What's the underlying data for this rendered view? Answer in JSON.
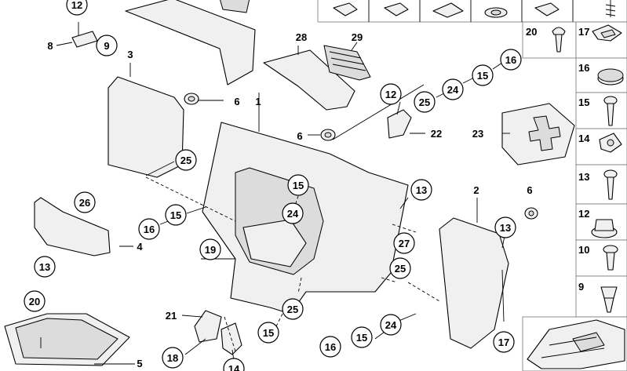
{
  "callouts": {
    "c12a": "12",
    "c8": "8",
    "c9": "9",
    "c3": "3",
    "c28": "28",
    "c29": "29",
    "c6a": "6",
    "c1": "1",
    "c6b": "6",
    "c25a": "25",
    "c15a": "15",
    "c24a": "24",
    "c26": "26",
    "c15b": "15",
    "c16a": "16",
    "c13a": "13",
    "c4": "4",
    "c20a": "20",
    "c5": "5",
    "c19": "19",
    "c21": "21",
    "c18": "18",
    "c14a": "14",
    "c25b": "25",
    "c15c": "15",
    "c12b": "12",
    "c22": "22",
    "c25c": "25",
    "c24b": "24",
    "c15d": "15",
    "c16b": "16",
    "c23": "23",
    "c13b": "13",
    "c2": "2",
    "c6c": "6",
    "c13c": "13",
    "c27": "27",
    "c25d": "25",
    "c24c": "24",
    "c15e": "15",
    "c16c": "16",
    "c17a": "17"
  },
  "legend": {
    "items": [
      {
        "number": "20"
      },
      {
        "number": "17"
      },
      {
        "number": "16"
      },
      {
        "number": "15"
      },
      {
        "number": "14"
      },
      {
        "number": "13"
      },
      {
        "number": "12"
      },
      {
        "number": "10"
      },
      {
        "number": "9"
      }
    ]
  }
}
